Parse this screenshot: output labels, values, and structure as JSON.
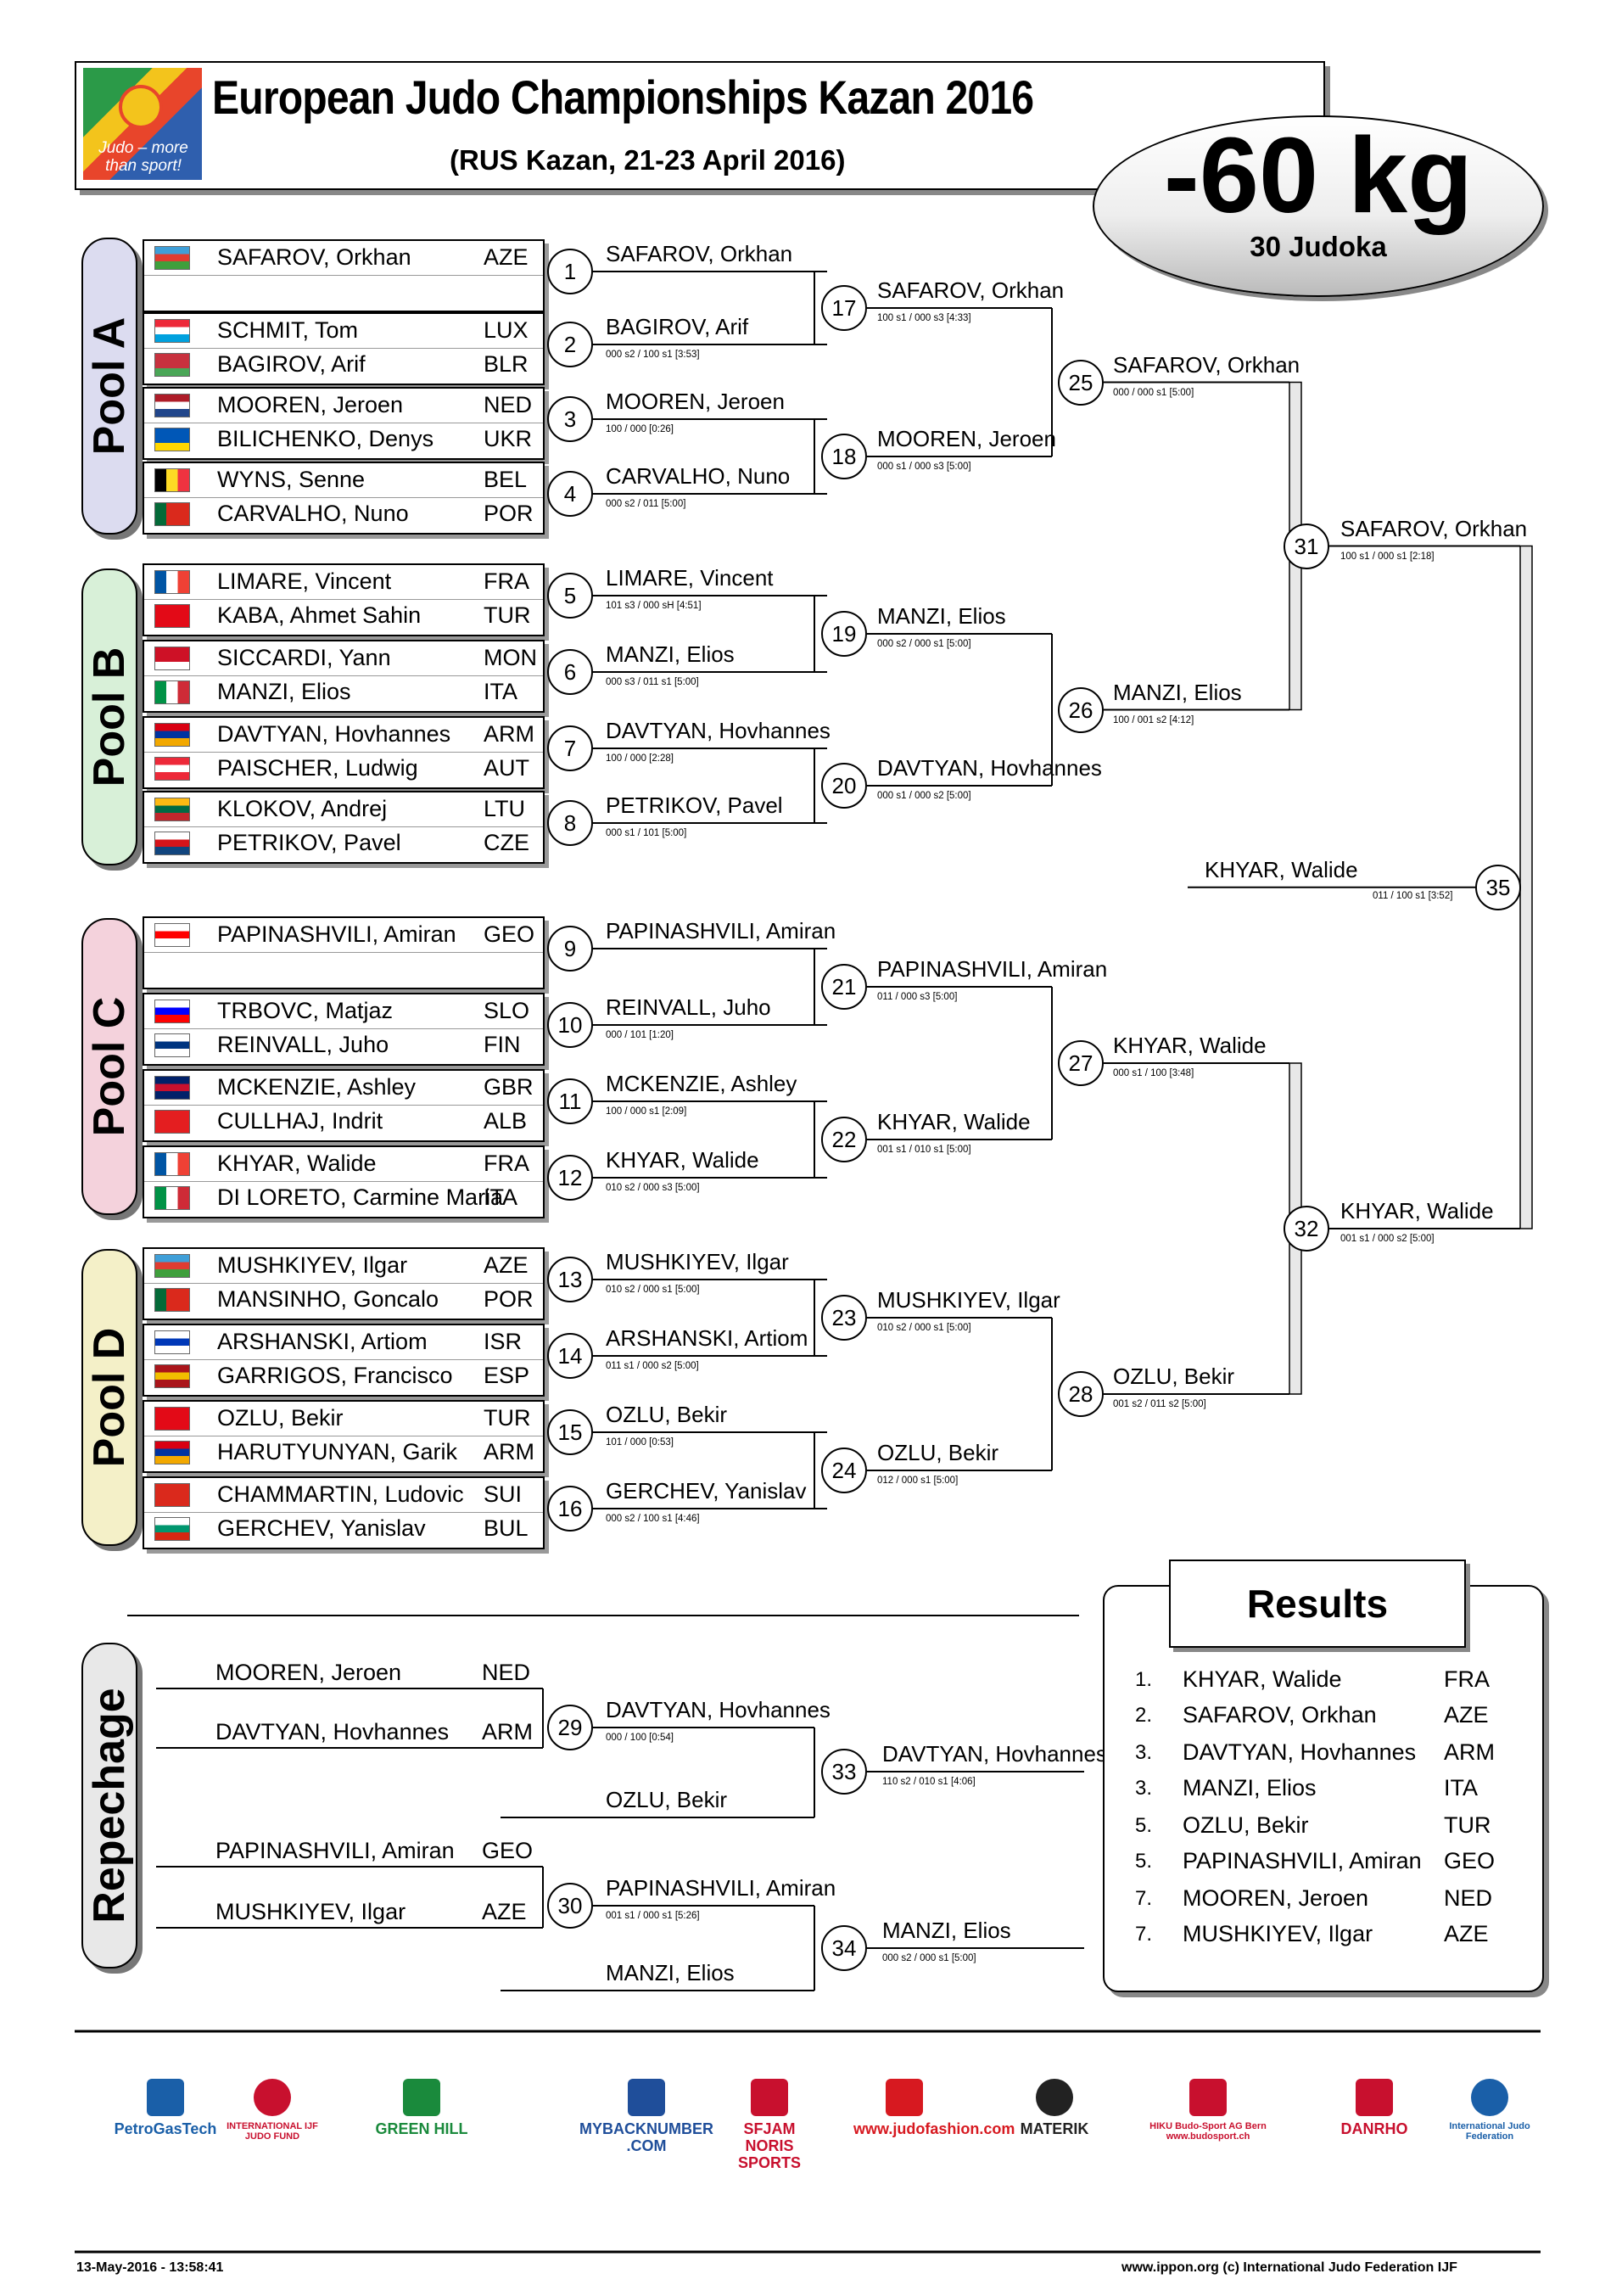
{
  "header": {
    "title": "European Judo Championships Kazan 2016",
    "subtitle": "(RUS Kazan, 21-23 April 2016)",
    "weight": "-60 kg",
    "count": "30 Judoka",
    "logo_slogan": "Judo – more than sport!"
  },
  "pools": {
    "a": "Pool A",
    "b": "Pool B",
    "c": "Pool C",
    "d": "Pool D",
    "r": "Repechage"
  },
  "entries": [
    {
      "name": "SAFAROV, Orkhan",
      "country": "AZE",
      "flag": [
        "#3f9fd8",
        "#e03c31",
        "#3f9f3c"
      ]
    },
    {
      "name": "",
      "country": "",
      "flag": null
    },
    {
      "name": "SCHMIT, Tom",
      "country": "LUX",
      "flag": [
        "#ed2939",
        "#ffffff",
        "#00a1de"
      ]
    },
    {
      "name": "BAGIROV, Arif",
      "country": "BLR",
      "flag": [
        "#c8313e",
        "#c8313e",
        "#4aa657"
      ]
    },
    {
      "name": "MOOREN, Jeroen",
      "country": "NED",
      "flag": [
        "#ae1c28",
        "#ffffff",
        "#21468b"
      ]
    },
    {
      "name": "BILICHENKO, Denys",
      "country": "UKR",
      "flag": [
        "#0057b7",
        "#0057b7",
        "#ffd700"
      ]
    },
    {
      "name": "WYNS, Senne",
      "country": "BEL",
      "flag": [
        "#000000",
        "#fdda24",
        "#ef3340"
      ],
      "vertical": true
    },
    {
      "name": "CARVALHO, Nuno",
      "country": "POR",
      "flag": [
        "#046a38",
        "#da291c",
        "#da291c"
      ],
      "vertical": true
    },
    {
      "name": "LIMARE, Vincent",
      "country": "FRA",
      "flag": [
        "#0055a4",
        "#ffffff",
        "#ef4135"
      ],
      "vertical": true
    },
    {
      "name": "KABA, Ahmet Sahin",
      "country": "TUR",
      "flag": [
        "#e30a17",
        "#e30a17",
        "#e30a17"
      ]
    },
    {
      "name": "SICCARDI, Yann",
      "country": "MON",
      "flag": [
        "#ce1126",
        "#ce1126",
        "#ffffff"
      ]
    },
    {
      "name": "MANZI, Elios",
      "country": "ITA",
      "flag": [
        "#009246",
        "#ffffff",
        "#ce2b37"
      ],
      "vertical": true
    },
    {
      "name": "DAVTYAN, Hovhannes",
      "country": "ARM",
      "flag": [
        "#d90012",
        "#0033a0",
        "#f2a800"
      ]
    },
    {
      "name": "PAISCHER, Ludwig",
      "country": "AUT",
      "flag": [
        "#ed2939",
        "#ffffff",
        "#ed2939"
      ]
    },
    {
      "name": "KLOKOV, Andrej",
      "country": "LTU",
      "flag": [
        "#fdb913",
        "#006a44",
        "#c1272d"
      ]
    },
    {
      "name": "PETRIKOV, Pavel",
      "country": "CZE",
      "flag": [
        "#ffffff",
        "#d7141a",
        "#11457e"
      ]
    },
    {
      "name": "PAPINASHVILI, Amiran",
      "country": "GEO",
      "flag": [
        "#ffffff",
        "#ff0000",
        "#ffffff"
      ]
    },
    {
      "name": "",
      "country": "",
      "flag": null
    },
    {
      "name": "TRBOVC, Matjaz",
      "country": "SLO",
      "flag": [
        "#ffffff",
        "#0000ff",
        "#ff0000"
      ]
    },
    {
      "name": "REINVALL, Juho",
      "country": "FIN",
      "flag": [
        "#ffffff",
        "#003580",
        "#ffffff"
      ]
    },
    {
      "name": "MCKENZIE, Ashley",
      "country": "GBR",
      "flag": [
        "#012169",
        "#c8102e",
        "#012169"
      ]
    },
    {
      "name": "CULLHAJ, Indrit",
      "country": "ALB",
      "flag": [
        "#e41e20",
        "#e41e20",
        "#e41e20"
      ]
    },
    {
      "name": "KHYAR, Walide",
      "country": "FRA",
      "flag": [
        "#0055a4",
        "#ffffff",
        "#ef4135"
      ],
      "vertical": true
    },
    {
      "name": "DI LORETO, Carmine Maria",
      "country": "ITA",
      "flag": [
        "#009246",
        "#ffffff",
        "#ce2b37"
      ],
      "vertical": true
    },
    {
      "name": "MUSHKIYEV, Ilgar",
      "country": "AZE",
      "flag": [
        "#3f9fd8",
        "#e03c31",
        "#3f9f3c"
      ]
    },
    {
      "name": "MANSINHO, Goncalo",
      "country": "POR",
      "flag": [
        "#046a38",
        "#da291c",
        "#da291c"
      ],
      "vertical": true
    },
    {
      "name": "ARSHANSKI, Artiom",
      "country": "ISR",
      "flag": [
        "#ffffff",
        "#0038b8",
        "#ffffff"
      ]
    },
    {
      "name": "GARRIGOS, Francisco",
      "country": "ESP",
      "flag": [
        "#aa151b",
        "#f1bf00",
        "#aa151b"
      ]
    },
    {
      "name": "OZLU, Bekir",
      "country": "TUR",
      "flag": [
        "#e30a17",
        "#e30a17",
        "#e30a17"
      ]
    },
    {
      "name": "HARUTYUNYAN, Garik",
      "country": "ARM",
      "flag": [
        "#d90012",
        "#0033a0",
        "#f2a800"
      ]
    },
    {
      "name": "CHAMMARTIN, Ludovic",
      "country": "SUI",
      "flag": [
        "#da291c",
        "#da291c",
        "#da291c"
      ]
    },
    {
      "name": "GERCHEV, Yanislav",
      "country": "BUL",
      "flag": [
        "#ffffff",
        "#00966e",
        "#d62612"
      ]
    }
  ],
  "round1": [
    {
      "num": "1",
      "winner": "SAFAROV, Orkhan",
      "score": ""
    },
    {
      "num": "2",
      "winner": "BAGIROV, Arif",
      "score": "000 s2 / 100 s1 [3:53]"
    },
    {
      "num": "3",
      "winner": "MOOREN, Jeroen",
      "score": "100 / 000 [0:26]"
    },
    {
      "num": "4",
      "winner": "CARVALHO, Nuno",
      "score": "000 s2 / 011 [5:00]"
    },
    {
      "num": "5",
      "winner": "LIMARE, Vincent",
      "score": "101 s3 / 000 sH [4:51]"
    },
    {
      "num": "6",
      "winner": "MANZI, Elios",
      "score": "000 s3 / 011 s1 [5:00]"
    },
    {
      "num": "7",
      "winner": "DAVTYAN, Hovhannes",
      "score": "100 / 000 [2:28]"
    },
    {
      "num": "8",
      "winner": "PETRIKOV, Pavel",
      "score": "000 s1 / 101 [5:00]"
    },
    {
      "num": "9",
      "winner": "PAPINASHVILI, Amiran",
      "score": ""
    },
    {
      "num": "10",
      "winner": "REINVALL, Juho",
      "score": "000 / 101 [1:20]"
    },
    {
      "num": "11",
      "winner": "MCKENZIE, Ashley",
      "score": "100 / 000 s1 [2:09]"
    },
    {
      "num": "12",
      "winner": "KHYAR, Walide",
      "score": "010 s2 / 000 s3 [5:00]"
    },
    {
      "num": "13",
      "winner": "MUSHKIYEV, Ilgar",
      "score": "010 s2 / 000 s1 [5:00]"
    },
    {
      "num": "14",
      "winner": "ARSHANSKI, Artiom",
      "score": "011 s1 / 000 s2 [5:00]"
    },
    {
      "num": "15",
      "winner": "OZLU, Bekir",
      "score": "101 / 000 [0:53]"
    },
    {
      "num": "16",
      "winner": "GERCHEV, Yanislav",
      "score": "000 s2 / 100 s1 [4:46]"
    }
  ],
  "round2": [
    {
      "num": "17",
      "winner": "SAFAROV, Orkhan",
      "score": "100 s1 / 000 s3 [4:33]"
    },
    {
      "num": "18",
      "winner": "MOOREN, Jeroen",
      "score": "000 s1 / 000 s3 [5:00]"
    },
    {
      "num": "19",
      "winner": "MANZI, Elios",
      "score": "000 s2 / 000 s1 [5:00]"
    },
    {
      "num": "20",
      "winner": "DAVTYAN, Hovhannes",
      "score": "000 s1 / 000 s2 [5:00]"
    },
    {
      "num": "21",
      "winner": "PAPINASHVILI, Amiran",
      "score": "011 / 000 s3 [5:00]"
    },
    {
      "num": "22",
      "winner": "KHYAR, Walide",
      "score": "001 s1 / 010 s1 [5:00]"
    },
    {
      "num": "23",
      "winner": "MUSHKIYEV, Ilgar",
      "score": "010 s2 / 000 s1 [5:00]"
    },
    {
      "num": "24",
      "winner": "OZLU, Bekir",
      "score": "012 / 000 s1 [5:00]"
    }
  ],
  "round3": [
    {
      "num": "25",
      "winner": "SAFAROV, Orkhan",
      "score": "000 / 000 s1 [5:00]"
    },
    {
      "num": "26",
      "winner": "MANZI, Elios",
      "score": "100 / 001 s2 [4:12]"
    },
    {
      "num": "27",
      "winner": "KHYAR, Walide",
      "score": "000 s1 / 100 [3:48]"
    },
    {
      "num": "28",
      "winner": "OZLU, Bekir",
      "score": "001 s2 / 011 s2 [5:00]"
    }
  ],
  "semis": [
    {
      "num": "31",
      "winner": "SAFAROV, Orkhan",
      "score": "100 s1 / 000 s1 [2:18]"
    },
    {
      "num": "32",
      "winner": "KHYAR, Walide",
      "score": "001 s1 / 000 s2 [5:00]"
    }
  ],
  "final": {
    "num": "35",
    "winner": "KHYAR, Walide",
    "score": "011 / 100 s1 [3:52]"
  },
  "repechage": {
    "entries": [
      {
        "name": "MOOREN, Jeroen",
        "country": "NED"
      },
      {
        "name": "DAVTYAN, Hovhannes",
        "country": "ARM"
      },
      {
        "name": "PAPINASHVILI, Amiran",
        "country": "GEO"
      },
      {
        "name": "MUSHKIYEV, Ilgar",
        "country": "AZE"
      }
    ],
    "matches": [
      {
        "num": "29",
        "winner": "DAVTYAN, Hovhannes",
        "score": "000 / 100 [0:54]"
      },
      {
        "num": "33",
        "winner": "DAVTYAN, Hovhannes",
        "score": "110 s2 / 010 s1 [4:06]"
      },
      {
        "num": "30",
        "winner": "PAPINASHVILI, Amiran",
        "score": "001 s1 / 000 s1 [5:26]"
      },
      {
        "num": "34",
        "winner": "MANZI, Elios",
        "score": "000 s2 / 000 s1 [5:00]"
      }
    ],
    "incoming": [
      "OZLU, Bekir",
      "MANZI, Elios"
    ]
  },
  "results": {
    "title": "Results",
    "rows": [
      {
        "rank": "1.",
        "name": "KHYAR, Walide",
        "country": "FRA"
      },
      {
        "rank": "2.",
        "name": "SAFAROV, Orkhan",
        "country": "AZE"
      },
      {
        "rank": "3.",
        "name": "DAVTYAN, Hovhannes",
        "country": "ARM"
      },
      {
        "rank": "3.",
        "name": "MANZI, Elios",
        "country": "ITA"
      },
      {
        "rank": "5.",
        "name": "OZLU, Bekir",
        "country": "TUR"
      },
      {
        "rank": "5.",
        "name": "PAPINASHVILI, Amiran",
        "country": "GEO"
      },
      {
        "rank": "7.",
        "name": "MOOREN, Jeroen",
        "country": "NED"
      },
      {
        "rank": "7.",
        "name": "MUSHKIYEV, Ilgar",
        "country": "AZE"
      }
    ]
  },
  "sponsors": [
    {
      "text": "PetroGasTech",
      "color": "#1a5fa8"
    },
    {
      "text": "INTERNATIONAL IJF JUDO FUND",
      "color": "#c8102e"
    },
    {
      "text": "GREEN HILL",
      "color": "#1a8a3c"
    },
    {
      "text": "MYBACKNUMBER .COM",
      "color": "#1f4e9a"
    },
    {
      "text": "SFJAM NORIS SPORTS",
      "color": "#c8102e"
    },
    {
      "text": "www.judofashion.com",
      "color": "#d71920"
    },
    {
      "text": "MATERIK",
      "color": "#222222"
    },
    {
      "text": "HIKU Budo-Sport AG Bern www.budosport.ch",
      "color": "#c8102e"
    },
    {
      "text": "DANRHO",
      "color": "#c8102e"
    },
    {
      "text": "International Judo Federation",
      "color": "#1a5fa8"
    }
  ],
  "footer": {
    "date": "13-May-2016 - 13:58:41",
    "copyright": "www.ippon.org  (c) International Judo Federation IJF"
  }
}
